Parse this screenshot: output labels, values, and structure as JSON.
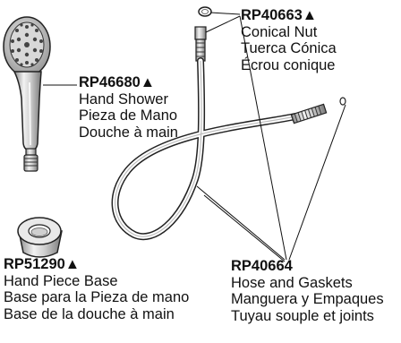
{
  "parts": {
    "conical_nut": {
      "part_number": "RP40663▲",
      "names": [
        "Conical Nut",
        "Tuerca Cónica",
        "Écrou conique"
      ]
    },
    "hand_shower": {
      "part_number": "RP46680▲",
      "names": [
        "Hand Shower",
        "Pieza de Mano",
        "Douche à main"
      ]
    },
    "hand_piece_base": {
      "part_number": "RP51290▲",
      "names": [
        "Hand Piece Base",
        "Base para la Pieza de mano",
        "Base de la douche à main"
      ]
    },
    "hose": {
      "part_number": "RP40664",
      "names": [
        "Hose and Gaskets",
        "Manguera y Empaques",
        "Tuyau souple et joints"
      ]
    }
  },
  "colors": {
    "ink": "#111111",
    "paper": "#ffffff",
    "metal_light": "#e6e6e6",
    "metal_mid": "#b5b5b5",
    "metal_dark": "#6a6a6a"
  }
}
